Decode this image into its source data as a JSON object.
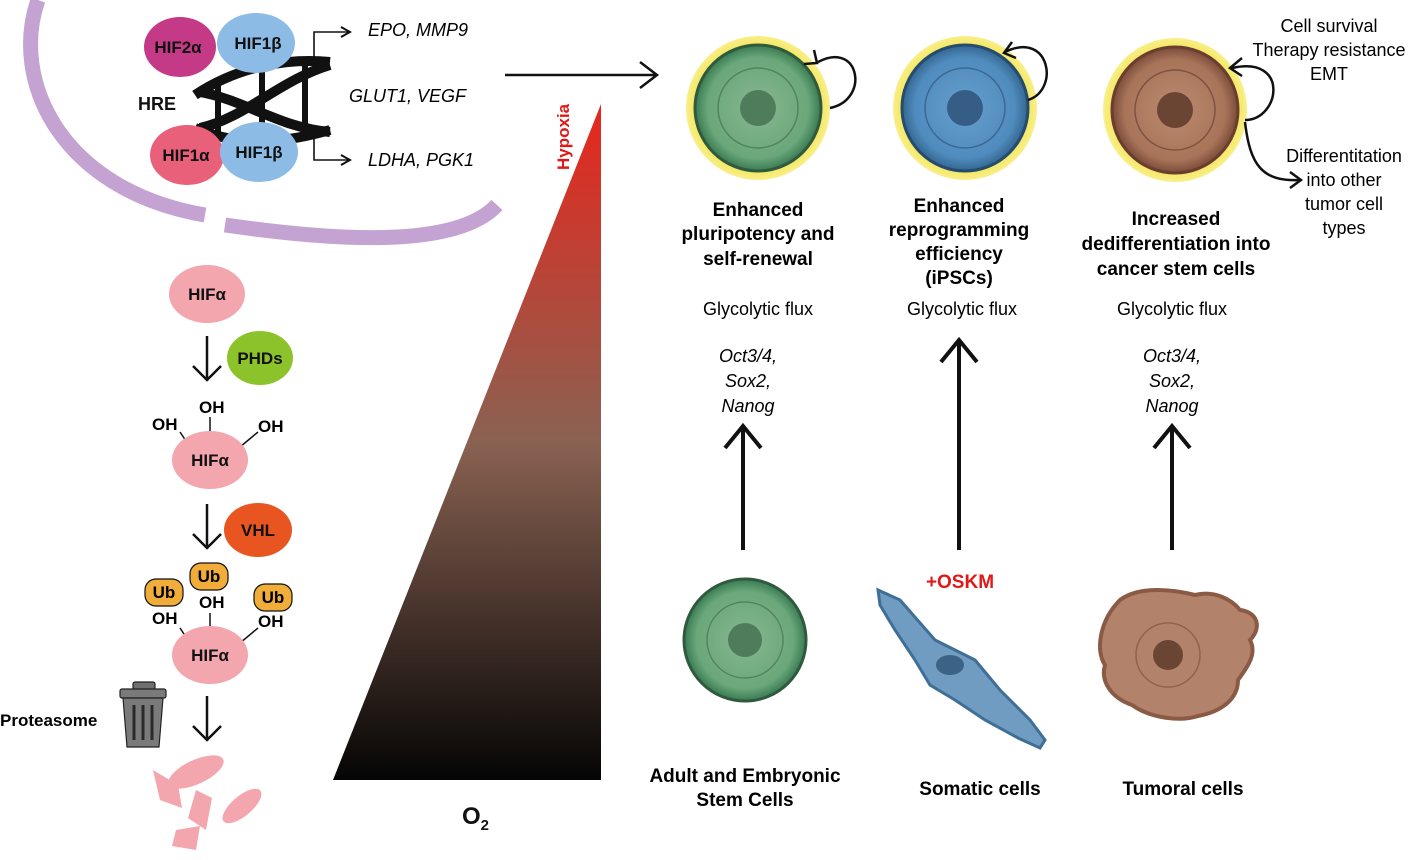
{
  "nucleus": {
    "hre_label": "HRE",
    "dimer_top": {
      "alpha": "HIF2α",
      "beta": "HIF1β"
    },
    "dimer_bottom": {
      "alpha": "HIF1α",
      "beta": "HIF1β"
    },
    "genes_top": "EPO, MMP9",
    "genes_middle": "GLUT1, VEGF",
    "genes_bottom": "LDHA, PGK1"
  },
  "degradation": {
    "hif_label": "HIFα",
    "phd_label": "PHDs",
    "vhl_label": "VHL",
    "oh_label": "OH",
    "ub_label": "Ub",
    "proteasome_label": "Proteasome"
  },
  "gradient": {
    "hypoxia_label": "Hypoxia",
    "o2_label": "O",
    "o2_subscript": "2"
  },
  "columns": [
    {
      "outcome": [
        "Enhanced",
        "pluripotency and",
        "self-renewal"
      ],
      "flux": "Glycolytic flux",
      "factors": [
        "Oct3/4,",
        "Sox2,",
        "Nanog"
      ],
      "source": [
        "Adult and Embryonic",
        "Stem Cells"
      ]
    },
    {
      "outcome": [
        "Enhanced",
        "reprogramming",
        "efficiency",
        "(iPSCs)"
      ],
      "flux": "Glycolytic flux",
      "treatment": "+OSKM",
      "source": [
        "Somatic cells"
      ]
    },
    {
      "outcome": [
        "Increased",
        "dedifferentiation into",
        "cancer stem cells"
      ],
      "flux": "Glycolytic flux",
      "factors": [
        "Oct3/4,",
        "Sox2,",
        "Nanog"
      ],
      "source": [
        "Tumoral cells"
      ]
    }
  ],
  "cancer_outcomes": {
    "top": [
      "Cell survival",
      "Therapy resistance",
      "EMT"
    ],
    "side": [
      "Differentitation",
      "into other",
      "tumor cell",
      "types"
    ]
  },
  "colors": {
    "membrane": "#c4a3d3",
    "hif2a": "#c43a86",
    "hif1a": "#e8607a",
    "hif1b": "#8cbbe6",
    "hif_alpha": "#f4a6ae",
    "phd": "#8dc32a",
    "vhl": "#e85520",
    "ub": "#f0ad3a",
    "hypoxia_red": "#e01818",
    "oskm_red": "#e01818",
    "stem_green": "#5e9e6a",
    "somatic_blue": "#4f86b2",
    "tumor_brown": "#a87058",
    "glow_yellow": "#f2e24a"
  }
}
